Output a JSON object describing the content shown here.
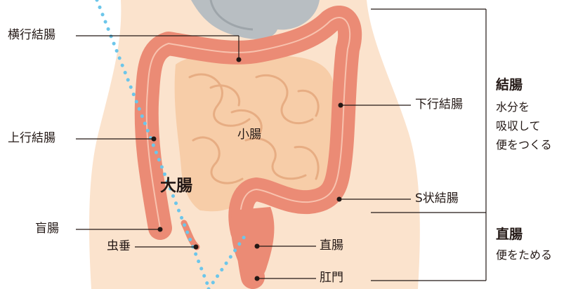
{
  "labels": {
    "transverse_colon": "横行結腸",
    "ascending_colon": "上行結腸",
    "cecum": "盲腸",
    "appendix": "虫垂",
    "small_intestine": "小腸",
    "large_intestine": "大腸",
    "descending_colon": "下行結腸",
    "sigmoid_colon": "S状結腸",
    "rectum": "直腸",
    "anus": "肛門"
  },
  "side_notes": {
    "colon": {
      "title": "結腸",
      "lines": [
        "水分を",
        "吸収して",
        "便をつくる"
      ]
    },
    "rectum": {
      "title": "直腸",
      "lines": [
        "便をためる"
      ]
    }
  },
  "colors": {
    "body_skin": "#fbe3cd",
    "small_intestine": "#f7cda8",
    "small_intestine_line": "#e7ad83",
    "large_intestine": "#eb8b75",
    "large_intestine_dark": "#cf6450",
    "highlight": "#f8c2ae",
    "stomach": "#b8bec2",
    "dotted_line": "#6cc6ea",
    "leader_line": "#231815"
  }
}
